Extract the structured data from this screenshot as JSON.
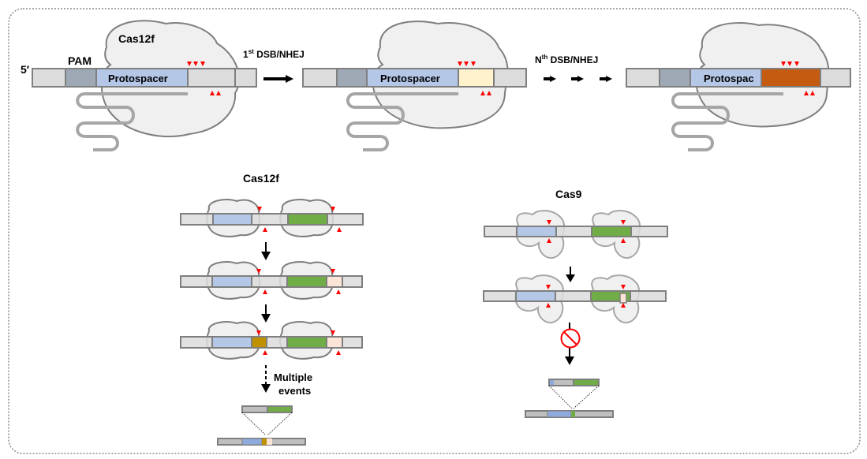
{
  "top_panel": {
    "protein_label": "Cas12f",
    "five_prime_label": "5′",
    "pam_label": "PAM",
    "protospacer_label": "Protospacer",
    "protospacer_truncated_label": "Protospac",
    "step1_label_base": "1",
    "step1_label_sup": "st",
    "step1_label_rest": " DSB/NHEJ",
    "stepN_label_base": "N",
    "stepN_label_sup": "th",
    "stepN_label_rest": " DSB/NHEJ"
  },
  "cas12f_panel": {
    "title": "Cas12f",
    "multiple_events_line1": "Multiple",
    "multiple_events_line2": "events"
  },
  "cas9_panel": {
    "title": "Cas9"
  },
  "colors": {
    "dna_gray": "#dcdcdc",
    "pam": "#9ea9b5",
    "protospacer": "#b4c7e7",
    "indel_small": "#fff2cc",
    "indel_large": "#c55a11",
    "green_target": "#70ad47",
    "brown_indel": "#bf9000",
    "peach_indel": "#fbe5d6",
    "cleavage_marker": "#ff0000",
    "outline": "#7f7f7f",
    "protein_fill": "#f0f0f0",
    "rna": "#a6a6a6"
  }
}
